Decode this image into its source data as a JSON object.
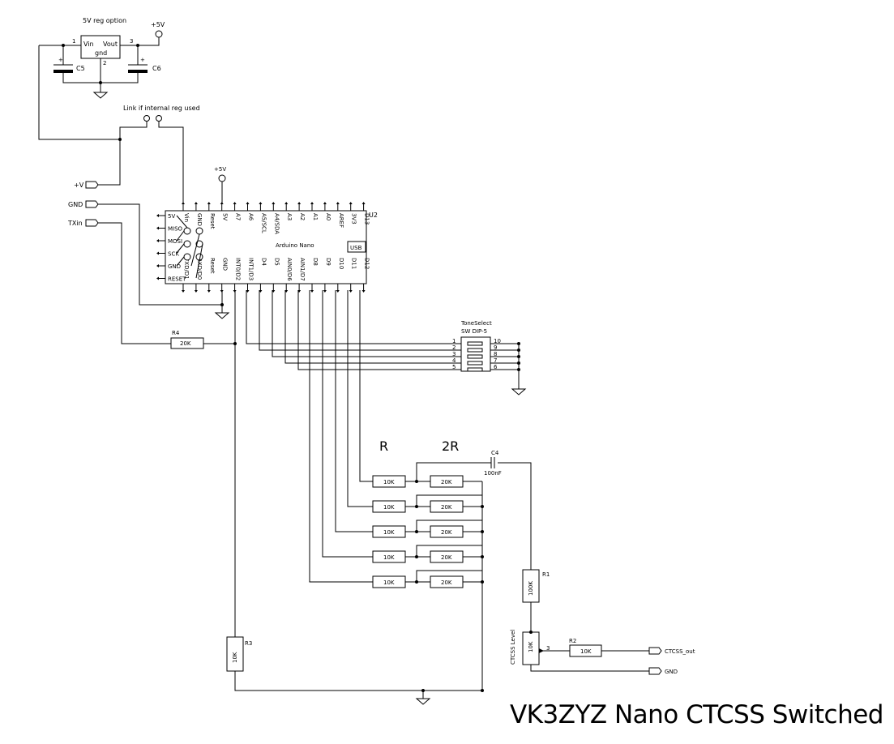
{
  "title": "VK3ZYZ Nano CTCSS Switched",
  "reg": {
    "caption": "5V reg option",
    "pin1": "1",
    "pin2": "2",
    "pin3": "3",
    "vin": "Vin",
    "vout": "Vout",
    "gnd": "gnd",
    "c5": "C5",
    "c6": "C6",
    "plus": "+",
    "supply": "+5V"
  },
  "link": {
    "caption": "Link if internal reg used"
  },
  "ports": {
    "vplus": "+V",
    "gnd": "GND",
    "txin": "TXin",
    "ctcss_out": "CTCSS_out",
    "gnd2": "GND"
  },
  "nano": {
    "ref": "U2",
    "name": "Arduino Nano",
    "usb": "USB",
    "supply": "+5V",
    "top_pins": [
      "Vin",
      "GND",
      "Reset",
      "5V",
      "A7",
      "A6",
      "A5/SCL",
      "A4/SDA",
      "A3",
      "A2",
      "A1",
      "A0",
      "AREF",
      "3V3",
      "D13"
    ],
    "bottom_pins": [
      "TXD/D1",
      "RXD/D0",
      "Reset",
      "GND",
      "INT0/D2",
      "INT1/D3",
      "D4",
      "D5",
      "AIN0/D6",
      "AIN1/D7",
      "D8",
      "D9",
      "D10",
      "D11",
      "D12"
    ],
    "icsp": [
      "5V",
      "MISO",
      "MOSI",
      "SCK",
      "GND",
      "RESET"
    ]
  },
  "dip": {
    "name": "ToneSelect",
    "part": "SW DIP-5",
    "left_pins": [
      "1",
      "2",
      "3",
      "4",
      "5"
    ],
    "right_pins": [
      "10",
      "9",
      "8",
      "7",
      "6"
    ]
  },
  "ladder": {
    "label_r": "R",
    "label_2r": "2R",
    "r_value": "10K",
    "r2_value": "20K",
    "c4": "C4",
    "c4_value": "100nF"
  },
  "resistors": {
    "r1": "R1",
    "r1_value": "100K",
    "r2": "R2",
    "r2_value": "10K",
    "r3": "R3",
    "r3_value": "10K",
    "r4": "R4",
    "r4_value": "20K",
    "pot_label": "CTCSS Level",
    "pot_value": "10K",
    "pot_wiper": "3"
  }
}
